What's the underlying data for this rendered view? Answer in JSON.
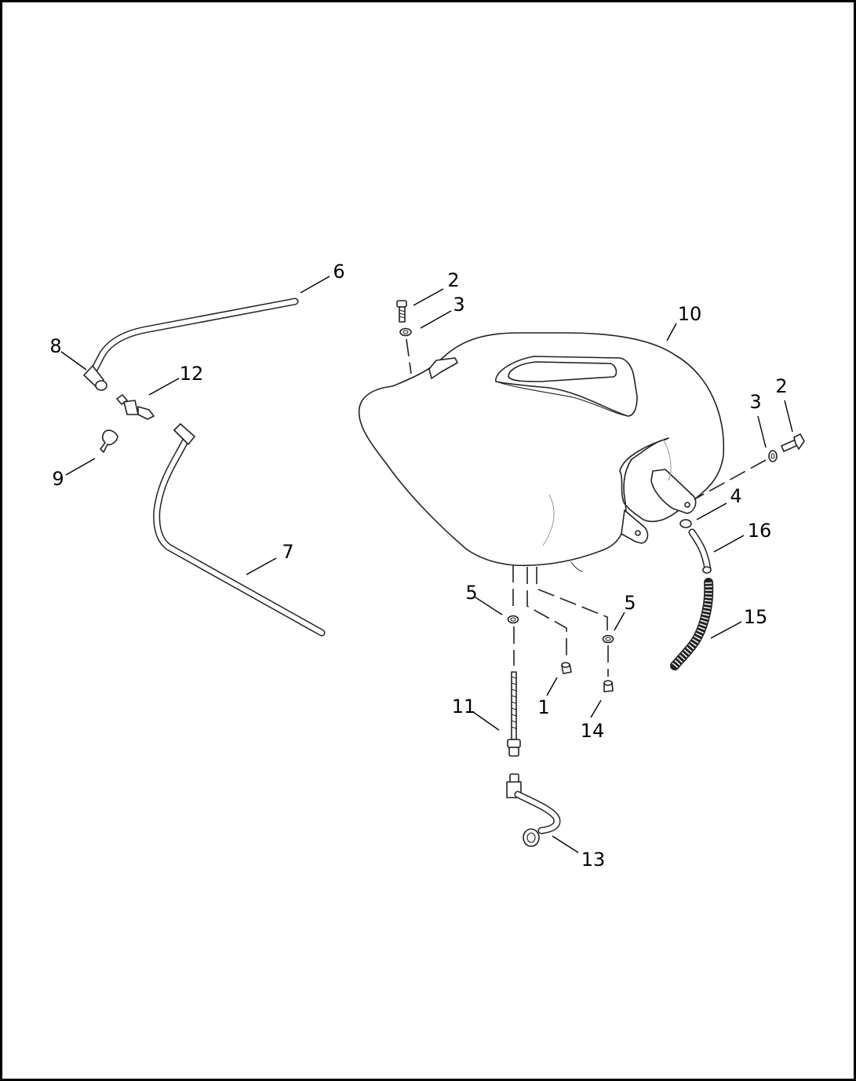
{
  "callouts": [
    {
      "id": "c-1",
      "label": "1"
    },
    {
      "id": "c-2a",
      "label": "2"
    },
    {
      "id": "c-2b",
      "label": "2"
    },
    {
      "id": "c-3a",
      "label": "3"
    },
    {
      "id": "c-3b",
      "label": "3"
    },
    {
      "id": "c-4",
      "label": "4"
    },
    {
      "id": "c-5a",
      "label": "5"
    },
    {
      "id": "c-5b",
      "label": "5"
    },
    {
      "id": "c-6",
      "label": "6"
    },
    {
      "id": "c-7",
      "label": "7"
    },
    {
      "id": "c-8",
      "label": "8"
    },
    {
      "id": "c-9",
      "label": "9"
    },
    {
      "id": "c-10",
      "label": "10"
    },
    {
      "id": "c-11",
      "label": "11"
    },
    {
      "id": "c-12",
      "label": "12"
    },
    {
      "id": "c-13",
      "label": "13"
    },
    {
      "id": "c-14",
      "label": "14"
    },
    {
      "id": "c-15",
      "label": "15"
    },
    {
      "id": "c-16",
      "label": "16"
    }
  ]
}
